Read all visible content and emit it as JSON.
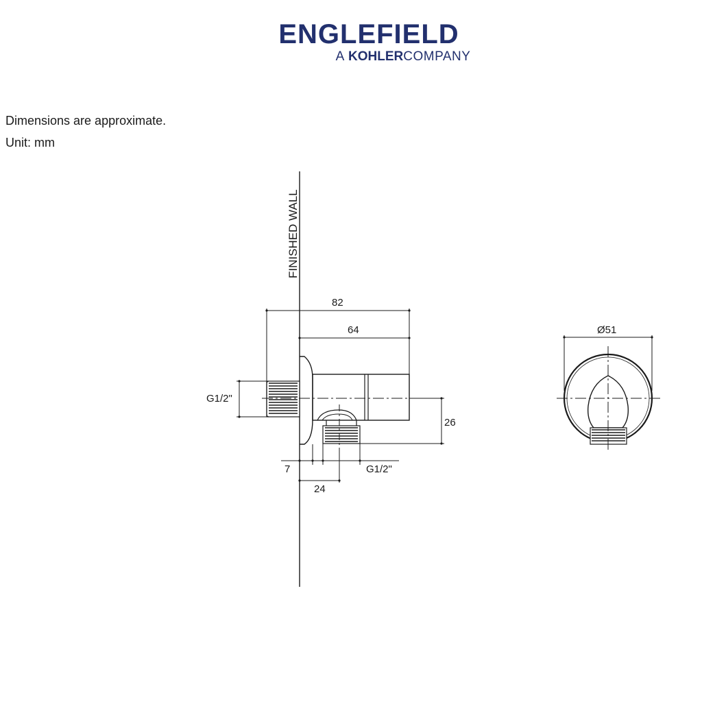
{
  "brand": {
    "name": "ENGLEFIELD",
    "tagline_prefix": "A",
    "tagline_brand": "KOHLER",
    "tagline_suffix": "COMPANY",
    "color": "#22306e"
  },
  "notes": {
    "line1": "Dimensions are approximate.",
    "line2": "Unit: mm"
  },
  "drawing": {
    "wall_label": "FINISHED WALL",
    "dim_overall": "82",
    "dim_body": "64",
    "dim_inlet_thread": "G1/2\"",
    "dim_outlet_drop": "26",
    "dim_wall_offset": "7",
    "dim_outlet_thread": "G1/2\"",
    "dim_outlet_offset": "24",
    "dim_diameter": "Ø51"
  }
}
